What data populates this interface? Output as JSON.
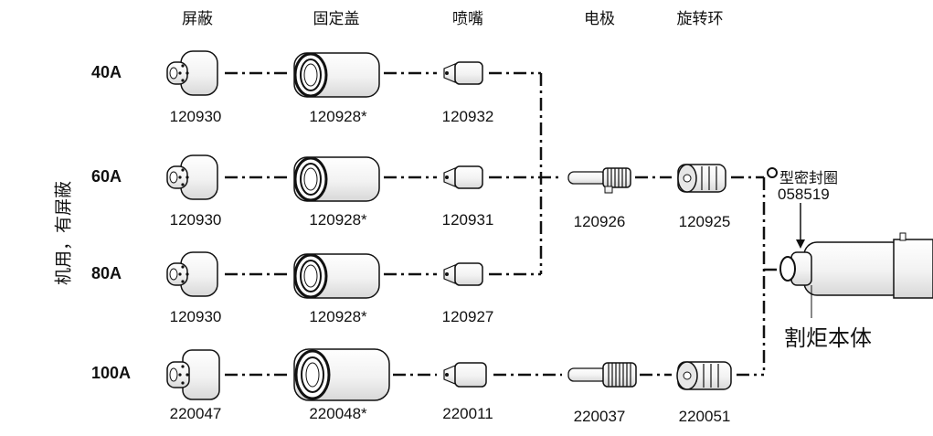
{
  "columns": [
    "屏蔽",
    "固定盖",
    "喷嘴",
    "电极",
    "旋转环"
  ],
  "side_label": "机用，有屏蔽",
  "rows": [
    {
      "amps": "40A",
      "shield": "120930",
      "cap": "120928*",
      "nozzle": "120932"
    },
    {
      "amps": "60A",
      "shield": "120930",
      "cap": "120928*",
      "nozzle": "120931"
    },
    {
      "amps": "80A",
      "shield": "120930",
      "cap": "120928*",
      "nozzle": "120927"
    },
    {
      "amps": "100A",
      "shield": "220047",
      "cap": "220048*",
      "nozzle": "220011"
    }
  ],
  "shared": {
    "electrode": "120926",
    "swirl_ring": "120925"
  },
  "row100": {
    "electrode": "220037",
    "swirl_ring": "220051"
  },
  "oring": {
    "label": "型密封圈",
    "part": "058519"
  },
  "torch_body": "割炬本体",
  "line_color": "#111111"
}
